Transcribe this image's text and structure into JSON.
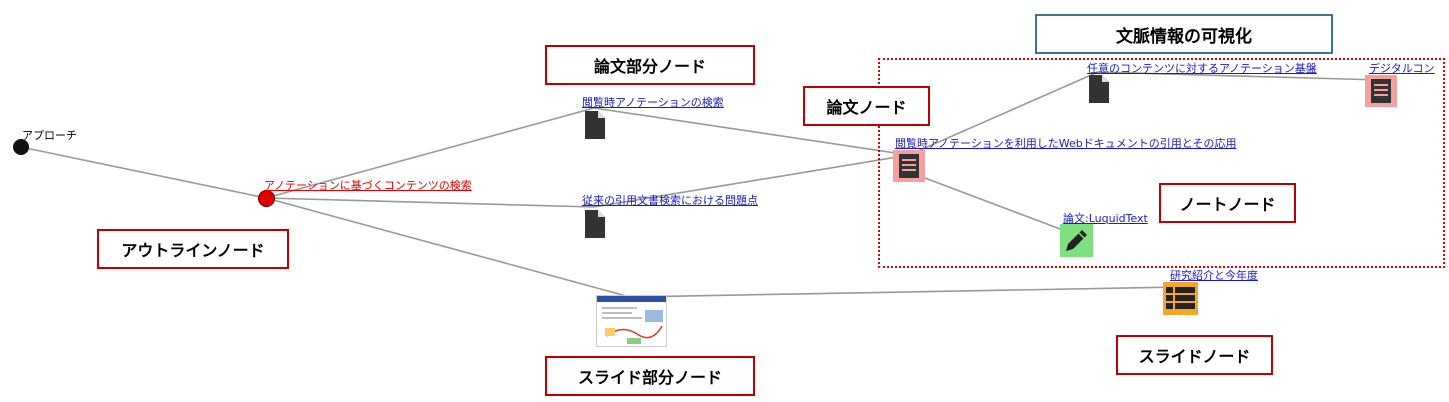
{
  "title": "文脈情報の可視化",
  "nodes": {
    "approach": "アプローチ",
    "outline": "アノテーションに基づくコンテンツの検索",
    "part1": "閲覧時アノテーションの検索",
    "part2": "従来の引用文書検索における問題点",
    "paper": "閲覧時アノテーションを利用したWebドキュメントの引用とその応用",
    "related1": "任意のコンテンツに対するアノテーション基盤",
    "related2": "デジタルコン",
    "note": "論文:LuquidText",
    "slide": "研究紹介と今年度"
  },
  "callouts": {
    "paper_part": "論文部分ノード",
    "paper_node": "論文ノード",
    "outline_node": "アウトラインノード",
    "note_node": "ノートノード",
    "slide_part": "スライド部分ノード",
    "slide_node": "スライドノード"
  },
  "colors": {
    "link": "#999999",
    "outline_node": "#e00000",
    "callout_border": "#c00000",
    "title_border": "#41719c",
    "paper_bg": "#f4a0a0",
    "note_bg": "#7fe07f",
    "slide_bg": "#f5a623"
  }
}
